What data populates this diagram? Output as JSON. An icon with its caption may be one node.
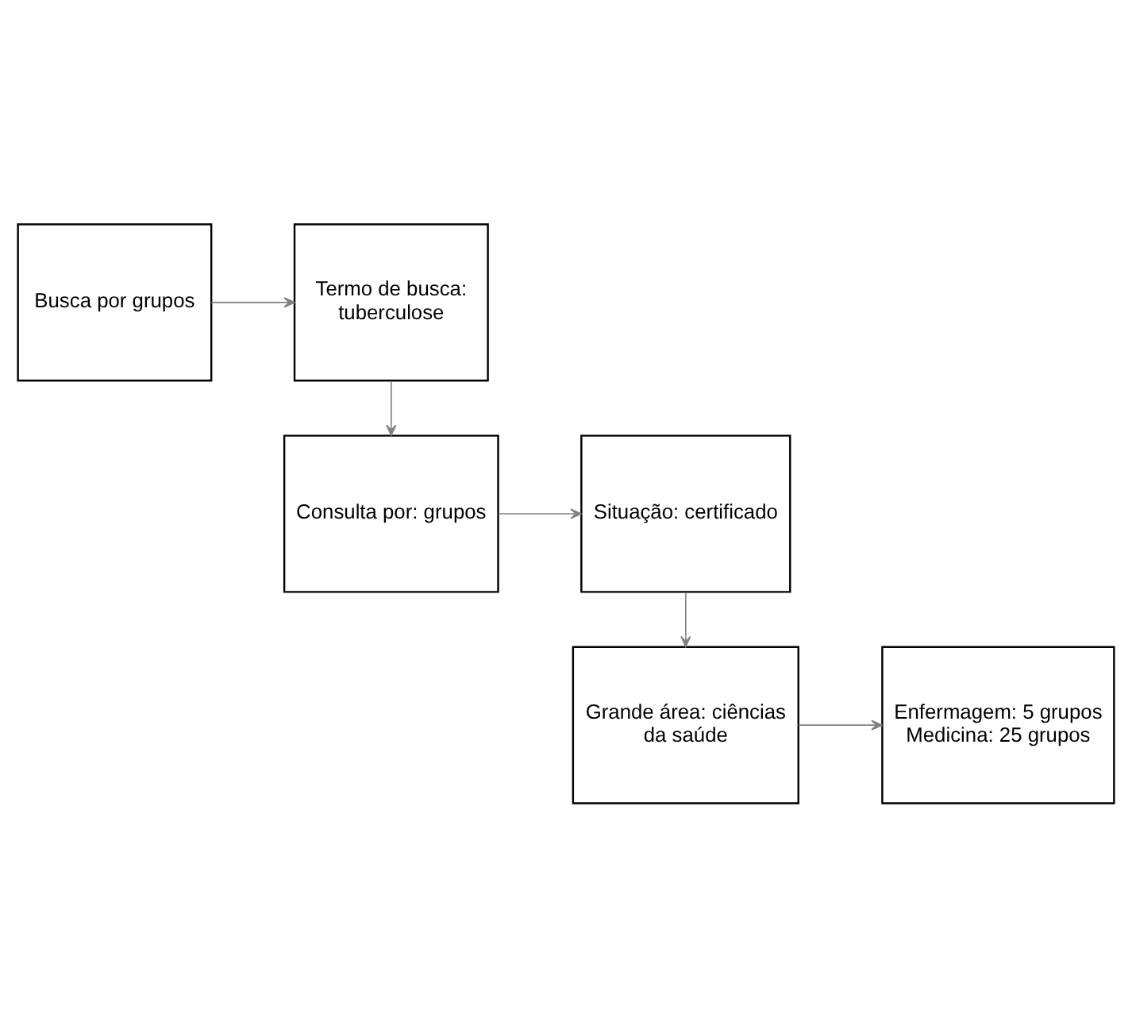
{
  "diagram": {
    "nodes": [
      {
        "text": [
          "Busca por grupos"
        ]
      },
      {
        "text": [
          "Termo de busca: tuberculose"
        ]
      },
      {
        "text": [
          "Consulta por: grupos"
        ]
      },
      {
        "text": [
          "Situação: certificado"
        ]
      },
      {
        "text": [
          "Grande área: ciências da saúde"
        ]
      },
      {
        "text": [
          "Enfermagem: 5 grupos",
          "Medicina: 25 grupos"
        ]
      }
    ],
    "edges": [
      {
        "from": 0,
        "to": 1,
        "arrow": "to"
      },
      {
        "from": 1,
        "to": 2,
        "arrow": "to"
      },
      {
        "from": 2,
        "to": 3,
        "arrow": "to"
      },
      {
        "from": 3,
        "to": 4,
        "arrow": "to"
      },
      {
        "from": 4,
        "to": 5,
        "arrow": "to"
      }
    ]
  }
}
